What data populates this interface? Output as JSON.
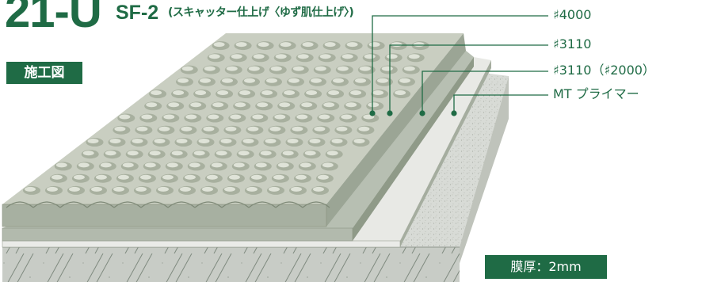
{
  "title": {
    "code": "21-U",
    "sub": "SF-2",
    "desc": "(スキャッター仕上げ〈ゆず肌仕上げ〉)"
  },
  "section_label": "施工図",
  "layers": [
    {
      "label": "♯4000"
    },
    {
      "label": "♯3110"
    },
    {
      "label": "♯3110（♯2000）"
    },
    {
      "label": "MT プライマー"
    }
  ],
  "thickness": "膜厚：2mm",
  "colors": {
    "brand_green": "#1f6b45",
    "top_coat": "#c9cec1",
    "top_coat_side": "#9ba595",
    "second_coat": "#b7bfb2",
    "third_coat": "#e8e9e5",
    "primer_concrete": "#d8dbd6"
  }
}
